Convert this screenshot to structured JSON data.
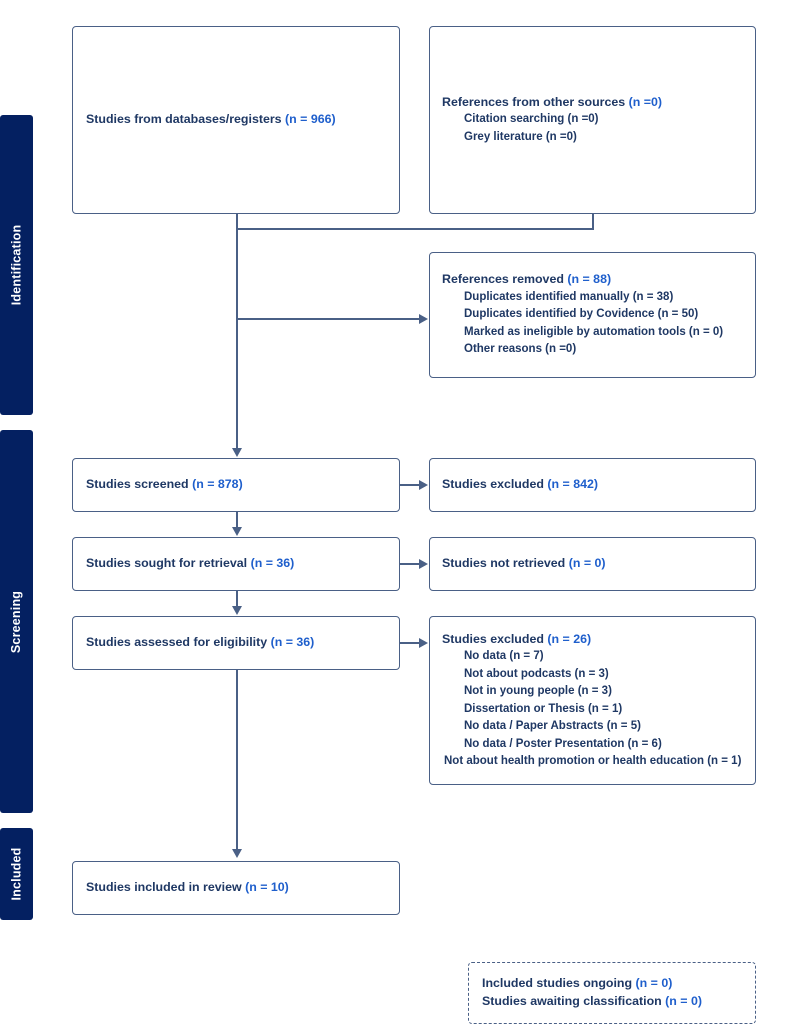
{
  "diagram": {
    "type": "prisma-flow-diagram",
    "colors": {
      "stage_bar": "#042061",
      "box_border": "#4a6086",
      "text": "#1f3864",
      "count_accent": "#1f5fcc",
      "background": "#ffffff"
    }
  },
  "stages": [
    {
      "id": "identification",
      "label": "Identification"
    },
    {
      "id": "screening",
      "label": "Screening"
    },
    {
      "id": "included",
      "label": "Included"
    }
  ],
  "boxes": {
    "databases": {
      "title": "Studies from databases/registers",
      "count": "(n = 966)"
    },
    "other_sources": {
      "title": "References from other sources",
      "count": "(n =0)",
      "items": [
        "Citation searching (n =0)",
        "Grey literature (n =0)"
      ]
    },
    "references_removed": {
      "title": "References removed",
      "count": "(n = 88)",
      "items": [
        "Duplicates identified manually (n = 38)",
        "Duplicates identified by Covidence (n = 50)",
        "Marked as ineligible by automation tools (n = 0)",
        "Other reasons (n =0)"
      ]
    },
    "screened": {
      "title": "Studies screened",
      "count": "(n = 878)"
    },
    "screened_excluded": {
      "title": "Studies excluded",
      "count": "(n = 842)"
    },
    "sought": {
      "title": "Studies sought for retrieval",
      "count": "(n = 36)"
    },
    "not_retrieved": {
      "title": "Studies not retrieved",
      "count": "(n = 0)"
    },
    "assessed": {
      "title": "Studies assessed for eligibility",
      "count": "(n = 36)"
    },
    "assessed_excluded": {
      "title": "Studies excluded",
      "count": "(n = 26)",
      "items": [
        "No data (n = 7)",
        "Not about podcasts (n = 3)",
        "Not in young people (n = 3)",
        "Dissertation or Thesis (n = 1)",
        "No data / Paper Abstracts (n = 5)",
        "No data / Poster Presentation (n = 6)",
        "Not about health promotion or health education (n = 1)"
      ]
    },
    "included_in_review": {
      "title": "Studies included in review",
      "count": "(n = 10)"
    },
    "ongoing_note": {
      "line1_title": "Included studies ongoing",
      "line1_count": "(n = 0)",
      "line2_title": "Studies awaiting classification",
      "line2_count": "(n = 0)"
    }
  }
}
